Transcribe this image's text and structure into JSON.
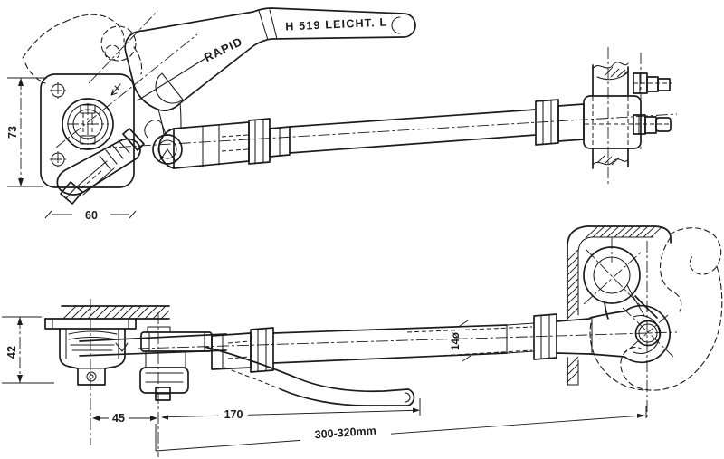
{
  "labels": {
    "brand": "RAPID",
    "model": "H 519 LEICHT. L"
  },
  "dimensions": {
    "plate_height": "73",
    "plate_width": "60",
    "mount_height": "42",
    "pivot_offset": "45",
    "lever_length": "170",
    "overall_range": "300-320mm",
    "rod_diameter": "14ø"
  },
  "colors": {
    "ink": "#1c1c1c",
    "paper": "#ffffff"
  }
}
